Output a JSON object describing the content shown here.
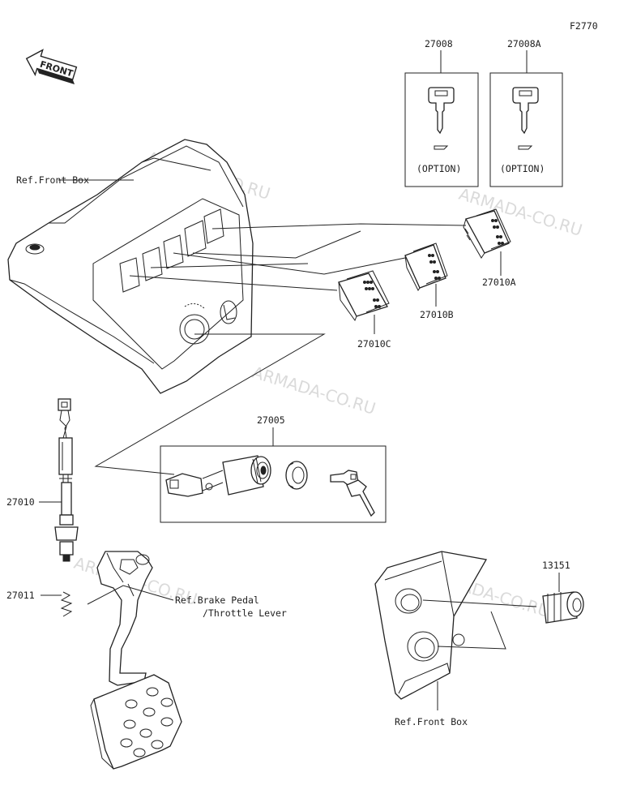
{
  "figure_code": "F2770",
  "front_label": "FRONT",
  "watermark": "ARMADA-CO.RU",
  "refs": {
    "front_box_top": "Ref.Front Box",
    "front_box_bottom": "Ref.Front Box",
    "brake_pedal": "Ref.Brake Pedal",
    "throttle_lever": "/Throttle Lever"
  },
  "keys": [
    {
      "part_no": "27008",
      "option": "(OPTION)"
    },
    {
      "part_no": "27008A",
      "option": "(OPTION)"
    }
  ],
  "parts": {
    "switch_a": "27010A",
    "switch_b": "27010B",
    "switch_c": "27010C",
    "ignition_switch": "27005",
    "stop_switch": "27010",
    "spring": "27011",
    "socket": "13151"
  }
}
